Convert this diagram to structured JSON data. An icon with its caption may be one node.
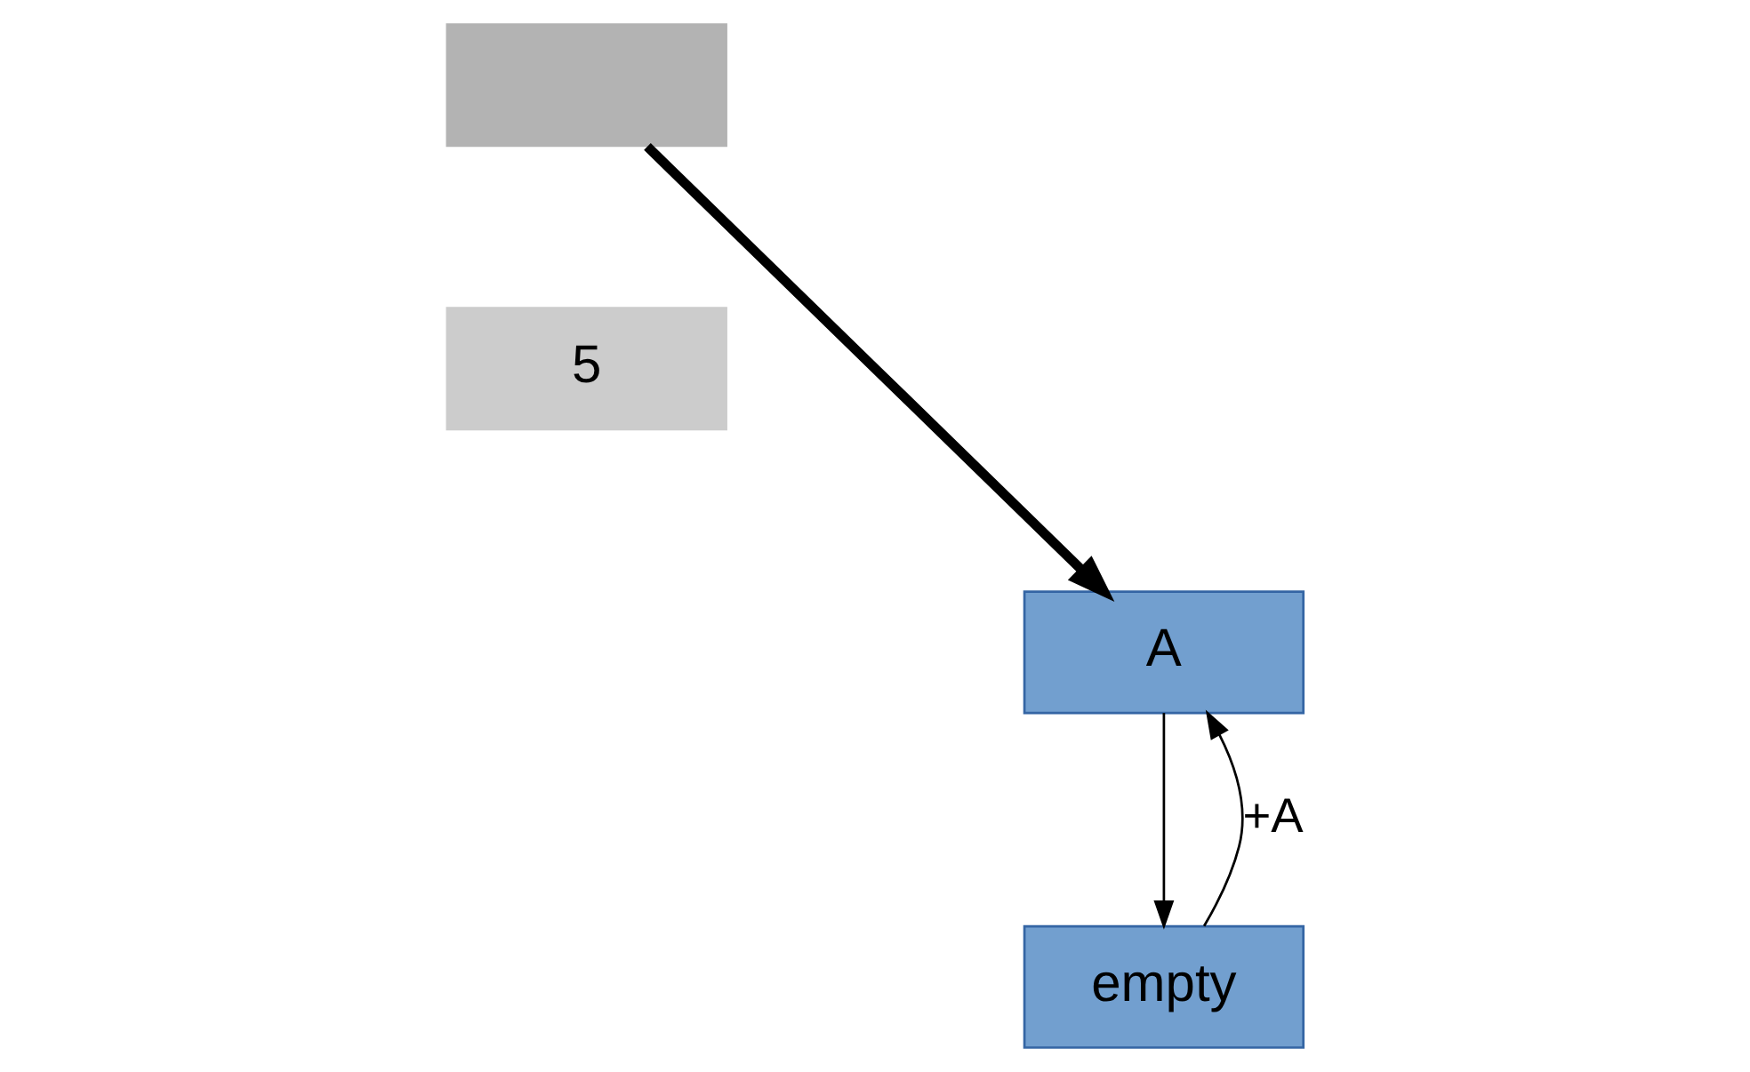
{
  "diagram": {
    "nodes": [
      {
        "text": [],
        "shape": "box"
      },
      {
        "text": [
          "5"
        ]
      },
      {
        "text": [
          "A"
        ]
      },
      {
        "text": [
          "empty"
        ]
      }
    ],
    "edges": [
      {
        "from": 0,
        "to": 2,
        "arrow": "to",
        "style": "thick"
      },
      {
        "from": 2,
        "to": 3,
        "arrow": "to"
      },
      {
        "from": 3,
        "to": 2,
        "arrow": "to",
        "label": "+A"
      }
    ]
  }
}
